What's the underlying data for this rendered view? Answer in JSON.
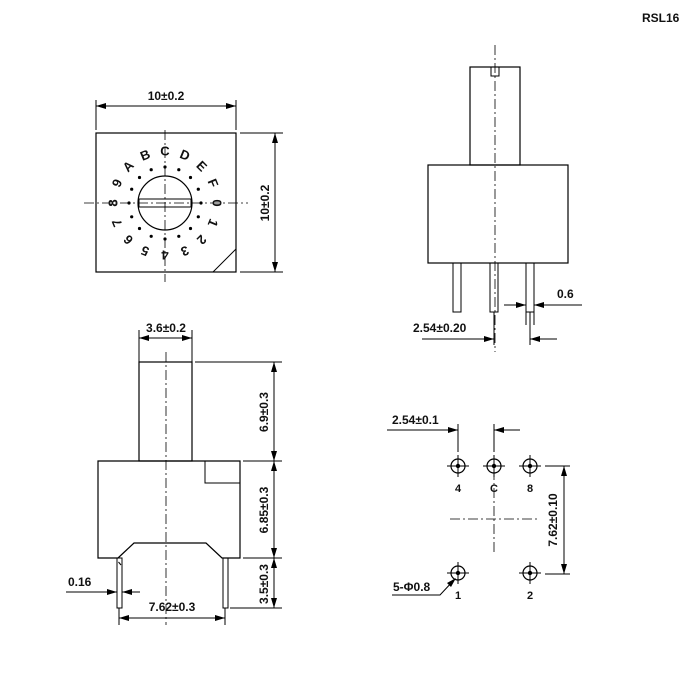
{
  "title": "RSL16",
  "top_view": {
    "width_dim": "10±0.2",
    "height_dim": "10±0.2",
    "dial_labels": [
      "C",
      "D",
      "E",
      "F",
      "0",
      "1",
      "2",
      "3",
      "4",
      "5",
      "6",
      "7",
      "8",
      "9",
      "A",
      "B"
    ]
  },
  "front_view": {
    "shaft_width_dim": "3.6±0.2",
    "shaft_height_dim": "6.9±0.3",
    "body_height_dim": "6.85±0.3",
    "pin_length_dim": "3.5±0.3",
    "pin_offset_dim": "0.16",
    "pin_span_dim": "7.62±0.3"
  },
  "side_view": {
    "pin_width_dim": "0.6",
    "pin_pitch_dim": "2.54±0.20"
  },
  "footprint": {
    "pitch_dim": "2.54±0.1",
    "row_spacing_dim": "7.62±0.10",
    "hole_dim": "5-Φ0.8",
    "pin_labels": [
      "4",
      "C",
      "8",
      "1",
      "2"
    ]
  }
}
